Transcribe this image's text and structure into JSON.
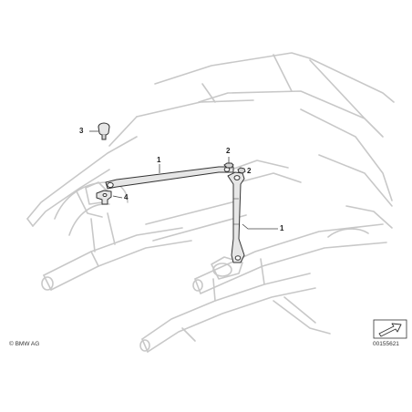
{
  "diagram": {
    "callouts": {
      "c1_top": "1",
      "c1_right": "1",
      "c2_top": "2",
      "c2_right": "2",
      "c3": "3",
      "c4": "4"
    },
    "copyright": "© BMW AG",
    "part_number": "00155621",
    "colors": {
      "body_outline": "#c8c8c8",
      "part_stroke": "#333333",
      "part_fill": "#e6e6e6",
      "leader": "#444444"
    }
  }
}
